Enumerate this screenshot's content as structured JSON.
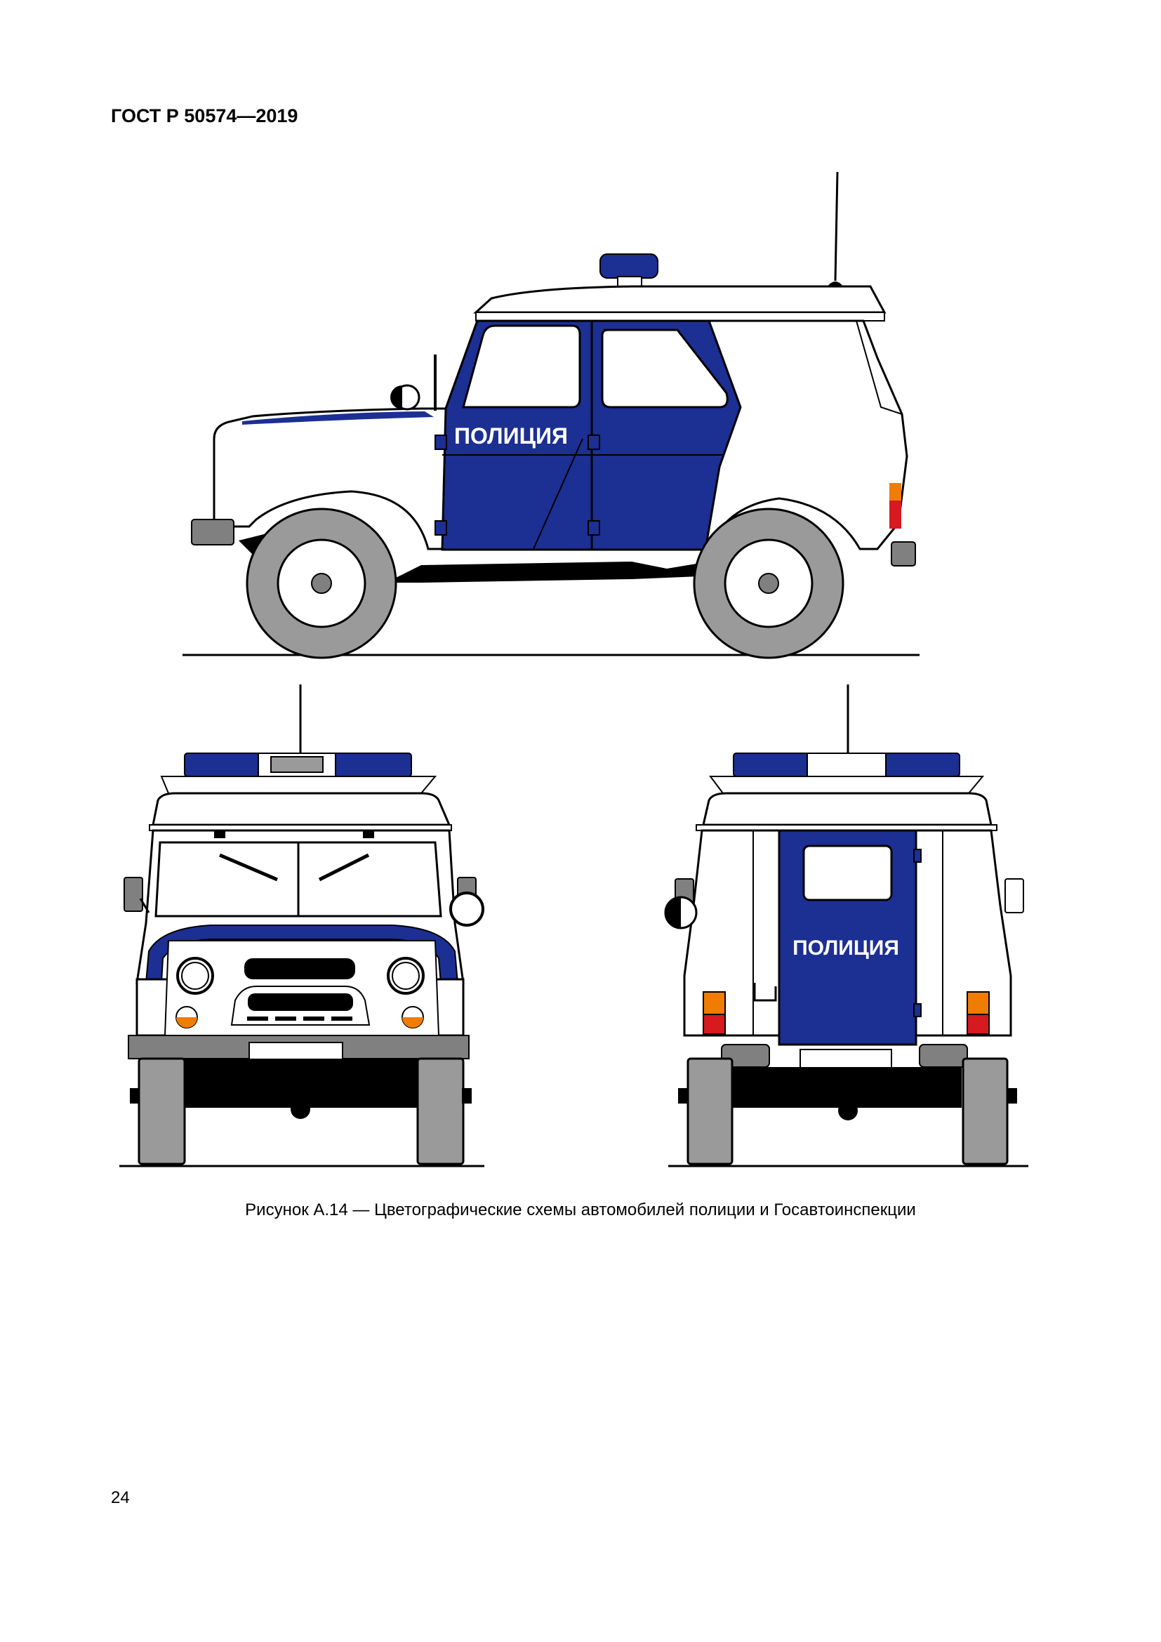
{
  "document": {
    "standard_id": "ГОСТ Р 50574—2019",
    "figure_caption": "Рисунок А.14 — Цветографические схемы автомобилей полиции и Госавтоинспекции",
    "page_number": "24"
  },
  "vehicle": {
    "decal_text": "ПОЛИЦИЯ",
    "views": [
      "side",
      "front",
      "rear"
    ]
  },
  "colors": {
    "livery_blue": "#1c2f93",
    "body_white": "#ffffff",
    "tire_gray": "#9a9a9a",
    "chassis_black": "#000000",
    "bumper_gray": "#808080",
    "lamp_orange": "#f07d00",
    "lamp_red": "#d71920"
  }
}
